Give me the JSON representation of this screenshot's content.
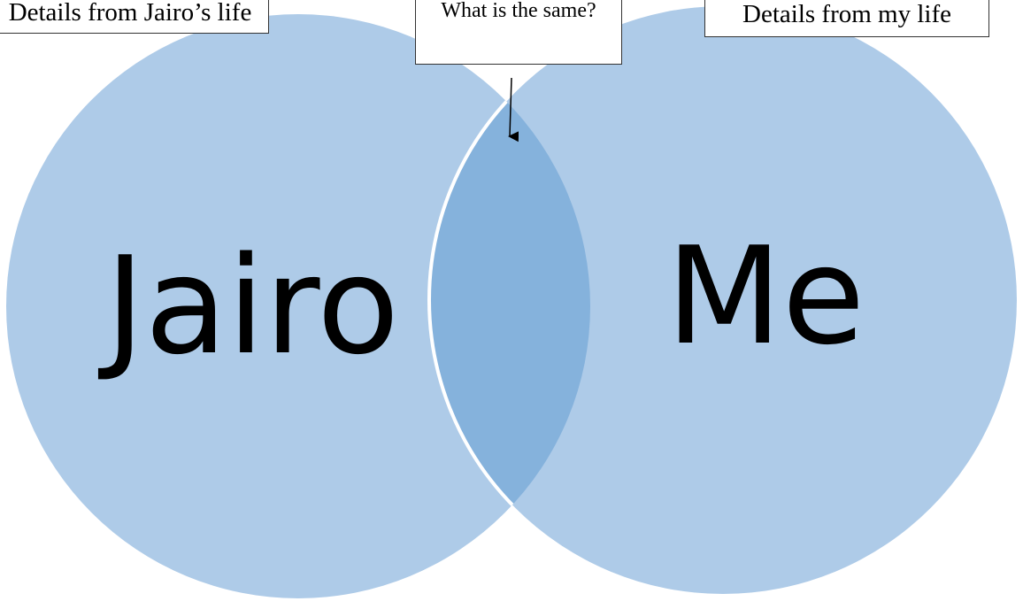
{
  "diagram": {
    "left_circle_label": "Jairo",
    "right_circle_label": "Me",
    "left_callout": "Details from Jairo’s life",
    "right_callout": "Details from my life",
    "center_callout": "What is the same?",
    "colors": {
      "circle_fill": "#aecbe8",
      "overlap_fill": "#85b2dc",
      "overlap_edge": "#ffffff",
      "box_border": "#333333",
      "text": "#000000"
    }
  }
}
